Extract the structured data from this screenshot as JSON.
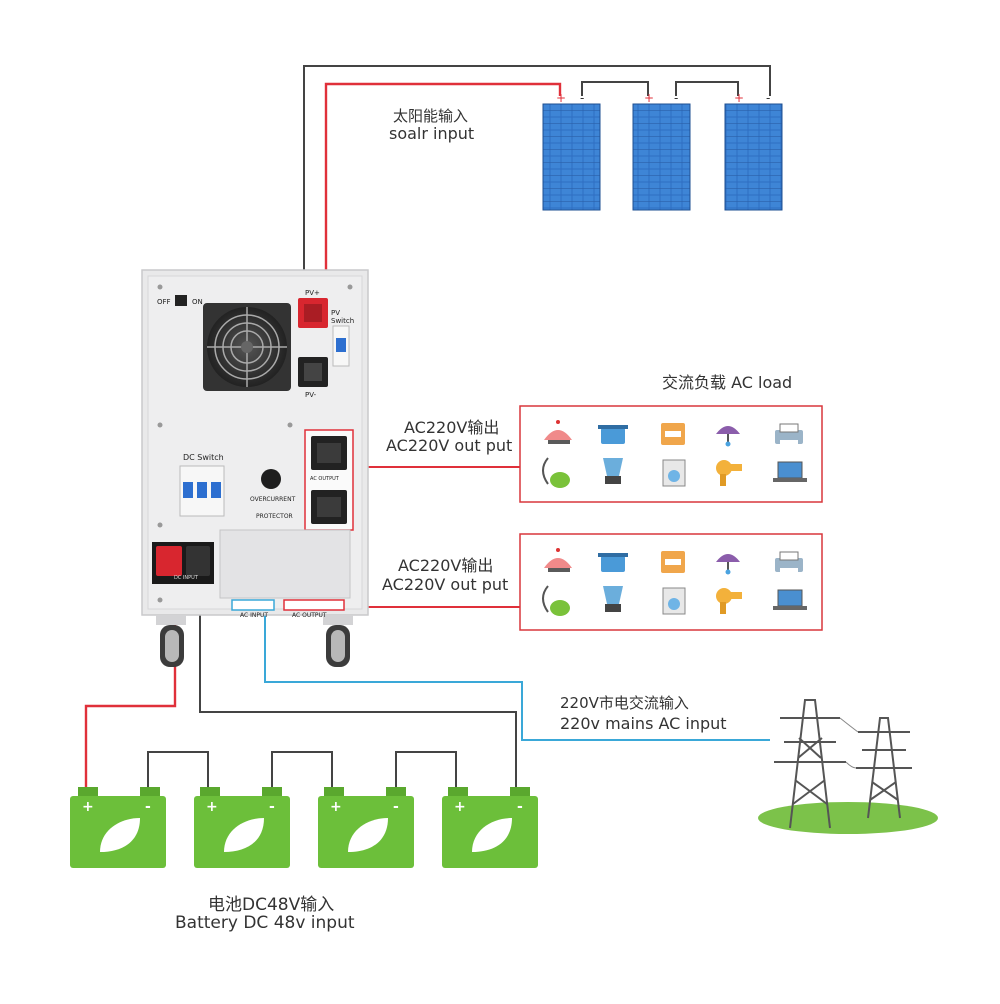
{
  "solar": {
    "label_cn": "太阳能输入",
    "label_en": "soalr input",
    "panels": [
      {
        "plus": "+",
        "minus": "-"
      },
      {
        "plus": "+",
        "minus": "-"
      },
      {
        "plus": "+",
        "minus": "-"
      }
    ]
  },
  "inverter": {
    "off": "OFF",
    "on": "ON",
    "pv_plus": "PV+",
    "pv_minus": "PV-",
    "pv_switch": "PV Switch",
    "dc_switch": "DC Switch",
    "overcurrent": "OVERCURRENT",
    "protector": "PROTECTOR",
    "ac_output": "AC OUTPUT",
    "dc_input": "DC INPUT",
    "ac_input": "AC INPUT",
    "ac_output_bottom": "AC OUTPUT"
  },
  "ac_load": {
    "title": "交流负载 AC load",
    "outputs": [
      {
        "label_cn": "AC220V输出",
        "label_en": "AC220V  out put"
      },
      {
        "label_cn": "AC220V输出",
        "label_en": "AC220V  out put"
      }
    ],
    "icons": [
      "kettle-icon",
      "pot-icon",
      "toaster-icon",
      "hairdryer-hood-icon",
      "printer-icon",
      "vacuum-icon",
      "blender-icon",
      "washing-machine-icon",
      "hairdryer-icon",
      "laptop-icon"
    ]
  },
  "mains": {
    "label_cn": "220V市电交流输入",
    "label_en": "220v mains AC  input"
  },
  "battery": {
    "label_cn": "电池DC48V输入",
    "label_en": "Battery DC 48v  input",
    "units": [
      {
        "plus": "+",
        "minus": "-"
      },
      {
        "plus": "+",
        "minus": "-"
      },
      {
        "plus": "+",
        "minus": "-"
      },
      {
        "plus": "+",
        "minus": "-"
      }
    ]
  },
  "colors": {
    "red_wire": "#e0303a",
    "black_wire": "#444444",
    "blue_wire": "#3aa8d8",
    "battery_green": "#6cbf3a",
    "panel_blue": "#2f6fc2",
    "box_border": "#d9373c"
  }
}
